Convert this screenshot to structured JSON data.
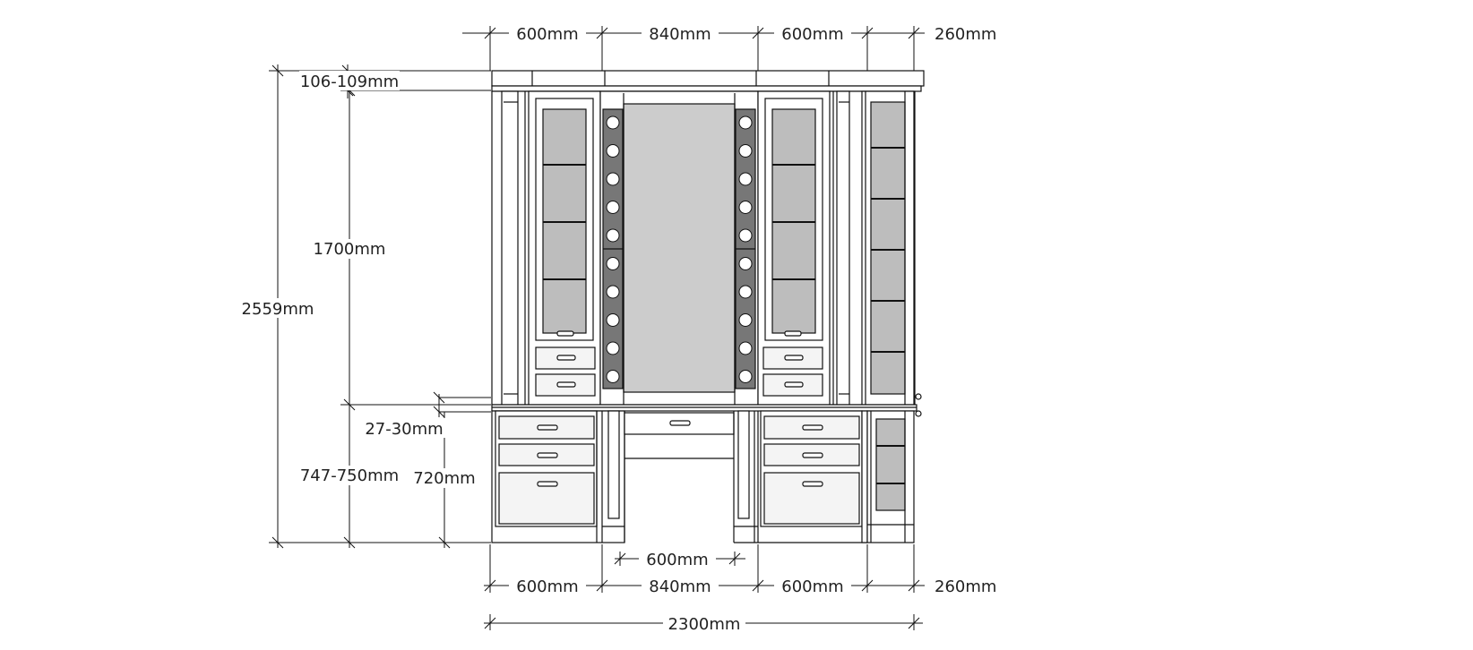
{
  "dimensions": {
    "top_left_width": "600mm",
    "top_center_width": "840mm",
    "top_right_width": "600mm",
    "top_side_width": "260mm",
    "crown_height": "106-109mm",
    "upper_height": "1700mm",
    "total_height": "2559mm",
    "top_thickness": "27-30mm",
    "lower_height": "747-750mm",
    "desk_height": "720mm",
    "knee_space_width": "600mm",
    "bottom_left_width": "600mm",
    "bottom_center_width": "840mm",
    "bottom_right_width": "600mm",
    "bottom_side_width": "260mm",
    "total_width": "2300mm"
  }
}
